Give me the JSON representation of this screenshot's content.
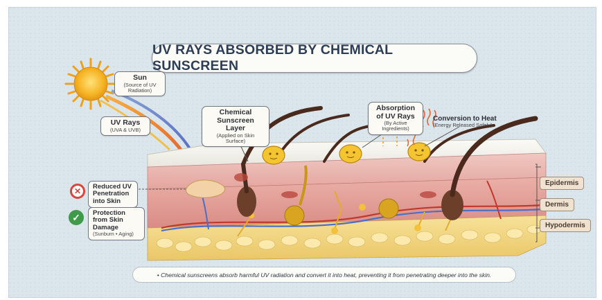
{
  "title": "UV RAYS ABSORBED BY CHEMICAL SUNSCREEN",
  "sun": {
    "label": "Sun",
    "sub": "(Source of UV Radiation)"
  },
  "uv_rays": {
    "label": "UV Rays",
    "sub": "(UVA & UVB)"
  },
  "sunscreen_layer": {
    "label": "Chemical Sunscreen Layer",
    "sub": "(Applied on Skin Surface)"
  },
  "absorption": {
    "label": "Absorption of UV Rays",
    "sub": "(By Active Ingredients)"
  },
  "conversion": {
    "label": "Conversion to Heat",
    "sub": "(Energy Released Safely)"
  },
  "reduced": {
    "label": "Reduced UV Penetration into Skin"
  },
  "protection": {
    "label": "Protection from Skin Damage",
    "sub": "(Sunburn • Aging)"
  },
  "layers": [
    "Epidermis",
    "Dermis",
    "Hypodermis"
  ],
  "caption": "• Chemical sunscreens absorb harmful UV radiation and convert it into heat, preventing it from penetrating deeper into the skin.",
  "colors": {
    "title_text": "#2c3e57",
    "reduced_icon": "#d9453b",
    "protection_icon": "#3f9a4a",
    "sun": "#f2b21c"
  },
  "icons": [
    "sun-icon",
    "reduced-x-icon",
    "protection-check-icon",
    "heat-wave-icon"
  ]
}
